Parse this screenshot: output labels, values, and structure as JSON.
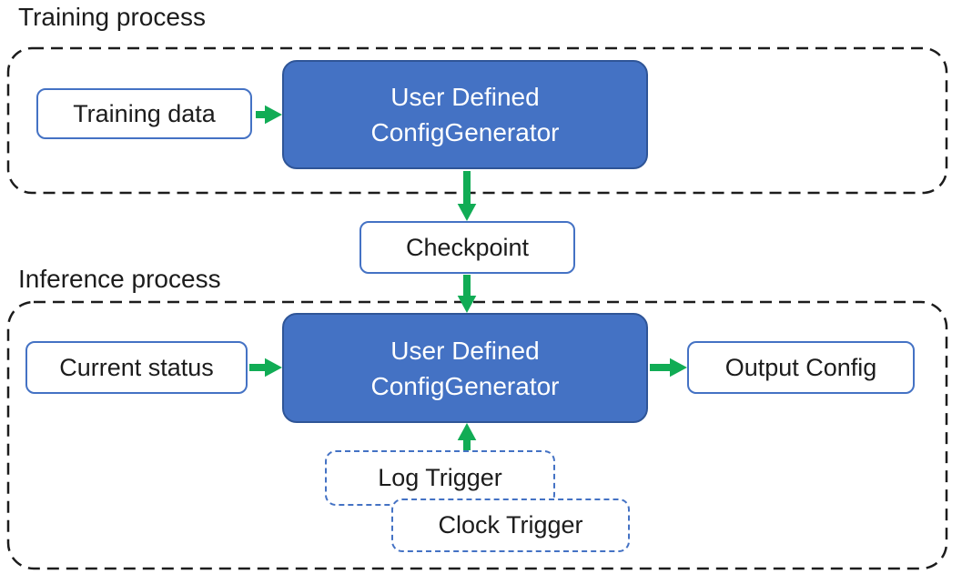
{
  "colors": {
    "generator_fill": "#4472C4",
    "generator_border": "#2F5597",
    "label_box_border": "#4472C4",
    "trigger_box_border": "#4472C4",
    "arrow_green": "#11AC55",
    "container_dash": "#1C1C1C",
    "text_dark": "#1C1C1C",
    "generator_text": "#FFFFFF"
  },
  "training": {
    "label": "Training process",
    "input_box": "Training data",
    "generator": {
      "line1": "User Defined",
      "line2": "ConfigGenerator"
    }
  },
  "checkpoint": {
    "label": "Checkpoint"
  },
  "inference": {
    "label": "Inference process",
    "input_box": "Current status",
    "generator": {
      "line1": "User Defined",
      "line2": "ConfigGenerator"
    },
    "output_box": "Output Config",
    "triggers": {
      "log": "Log Trigger",
      "clock": "Clock Trigger"
    }
  }
}
